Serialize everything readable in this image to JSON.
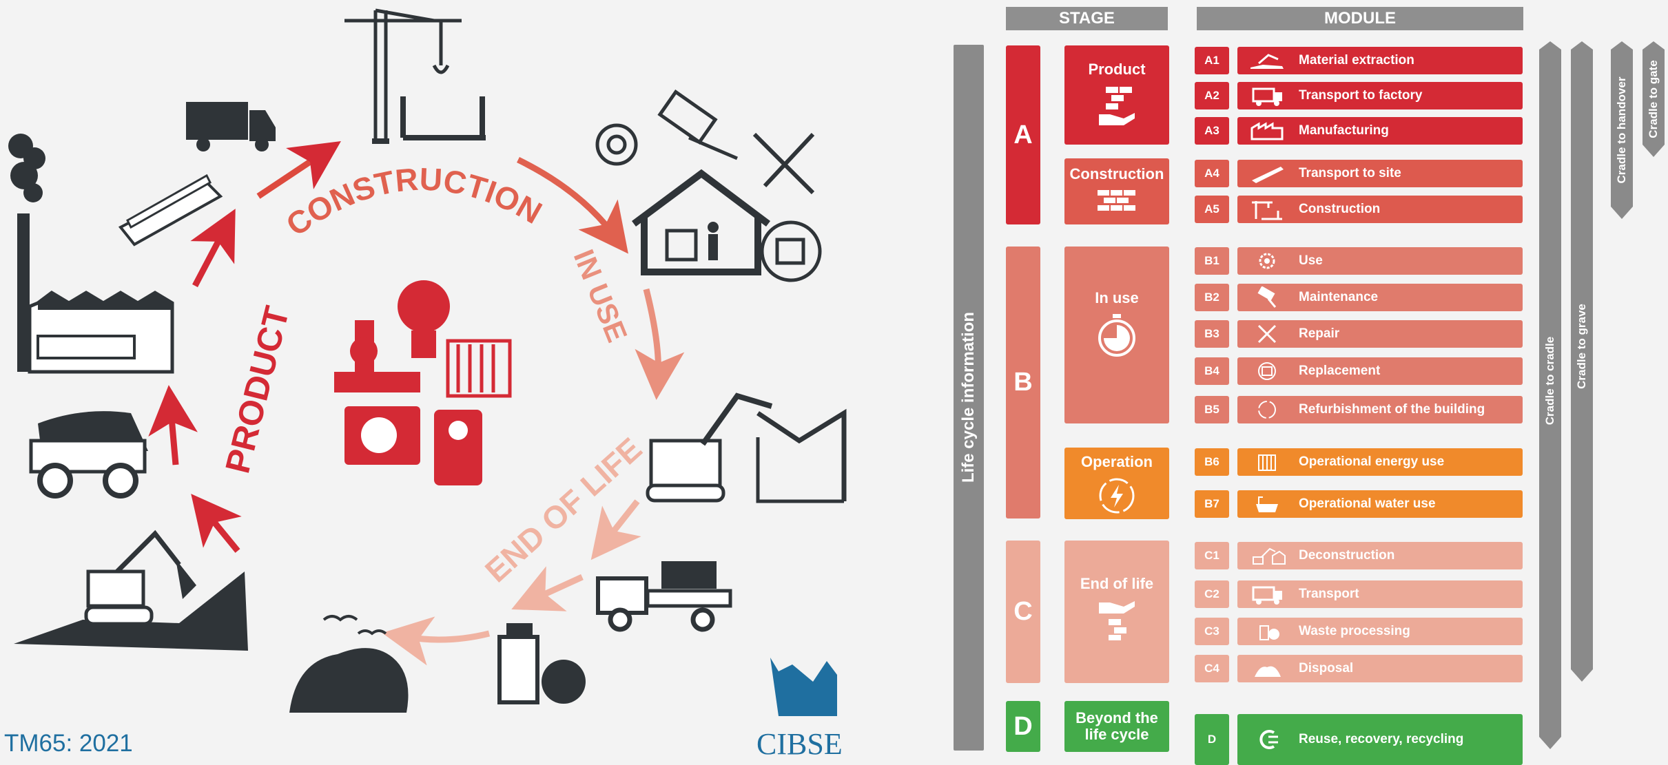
{
  "headers": {
    "stage": "STAGE",
    "module": "MODULE"
  },
  "life_cycle_label": "Life cycle information",
  "groups": [
    {
      "letter": "A",
      "color": "#d42a35"
    },
    {
      "letter": "B",
      "color": "#e07b6c"
    },
    {
      "letter": "C",
      "color": "#ecaa98"
    },
    {
      "letter": "D",
      "color": "#44ab4a"
    }
  ],
  "stages": [
    {
      "label": "Product",
      "icon": "hand-bricks-icon",
      "color": "#d42a35"
    },
    {
      "label": "Construction",
      "icon": "bricks-icon",
      "color": "#dd5a4e"
    },
    {
      "label": "In use",
      "icon": "stopwatch-icon",
      "color": "#e07b6c"
    },
    {
      "label": "Operation",
      "icon": "energy-icon",
      "color": "#f08a2b"
    },
    {
      "label": "End of life",
      "icon": "hand-bricks-icon",
      "color": "#ecaa98"
    },
    {
      "label": "Beyond the life cycle",
      "icon": "",
      "color": "#44ab4a"
    }
  ],
  "modules": [
    {
      "code": "A1",
      "label": "Material extraction",
      "icon": "excavator-icon",
      "color": "#d42a35"
    },
    {
      "code": "A2",
      "label": "Transport to factory",
      "icon": "truck-icon",
      "color": "#d42a35"
    },
    {
      "code": "A3",
      "label": "Manufacturing",
      "icon": "factory-icon",
      "color": "#d42a35"
    },
    {
      "code": "A4",
      "label": "Transport to site",
      "icon": "ship-icon",
      "color": "#dd5a4e"
    },
    {
      "code": "A5",
      "label": "Construction",
      "icon": "crane-icon",
      "color": "#dd5a4e"
    },
    {
      "code": "B1",
      "label": "Use",
      "icon": "gear-icon",
      "color": "#e07b6c"
    },
    {
      "code": "B2",
      "label": "Maintenance",
      "icon": "paint-roller-icon",
      "color": "#e07b6c"
    },
    {
      "code": "B3",
      "label": "Repair",
      "icon": "tools-icon",
      "color": "#e07b6c"
    },
    {
      "code": "B4",
      "label": "Replacement",
      "icon": "replace-box-icon",
      "color": "#e07b6c"
    },
    {
      "code": "B5",
      "label": "Refurbishment of the building",
      "icon": "refresh-circle-icon",
      "color": "#e07b6c"
    },
    {
      "code": "B6",
      "label": "Operational energy use",
      "icon": "radiator-icon",
      "color": "#f08a2b"
    },
    {
      "code": "B7",
      "label": "Operational water use",
      "icon": "bath-icon",
      "color": "#f08a2b"
    },
    {
      "code": "C1",
      "label": "Deconstruction",
      "icon": "demolition-icon",
      "color": "#ecaa98"
    },
    {
      "code": "C2",
      "label": "Transport",
      "icon": "truck-icon",
      "color": "#ecaa98"
    },
    {
      "code": "C3",
      "label": "Waste processing",
      "icon": "waste-bin-icon",
      "color": "#ecaa98"
    },
    {
      "code": "C4",
      "label": "Disposal",
      "icon": "landfill-icon",
      "color": "#ecaa98"
    },
    {
      "code": "D",
      "label": "Reuse, recovery, recycling",
      "icon": "recycle-icon",
      "color": "#44ab4a"
    }
  ],
  "scopes": [
    {
      "label": "Cradle to cradle"
    },
    {
      "label": "Cradle to grave"
    },
    {
      "label": "Cradle to handover"
    },
    {
      "label": "Cradle to gate"
    }
  ],
  "cycle": {
    "product": "PRODUCT",
    "construction": "CONSTRUCTION",
    "in_use": "IN USE",
    "end_of_life": "END OF LIFE"
  },
  "footer": {
    "doc_ref": "TM65: 2021",
    "logo_text": "CIBSE"
  },
  "colors": {
    "dark_icon": "#2f3438",
    "red": "#d42a35",
    "accent_blue": "#1f6fa0"
  }
}
